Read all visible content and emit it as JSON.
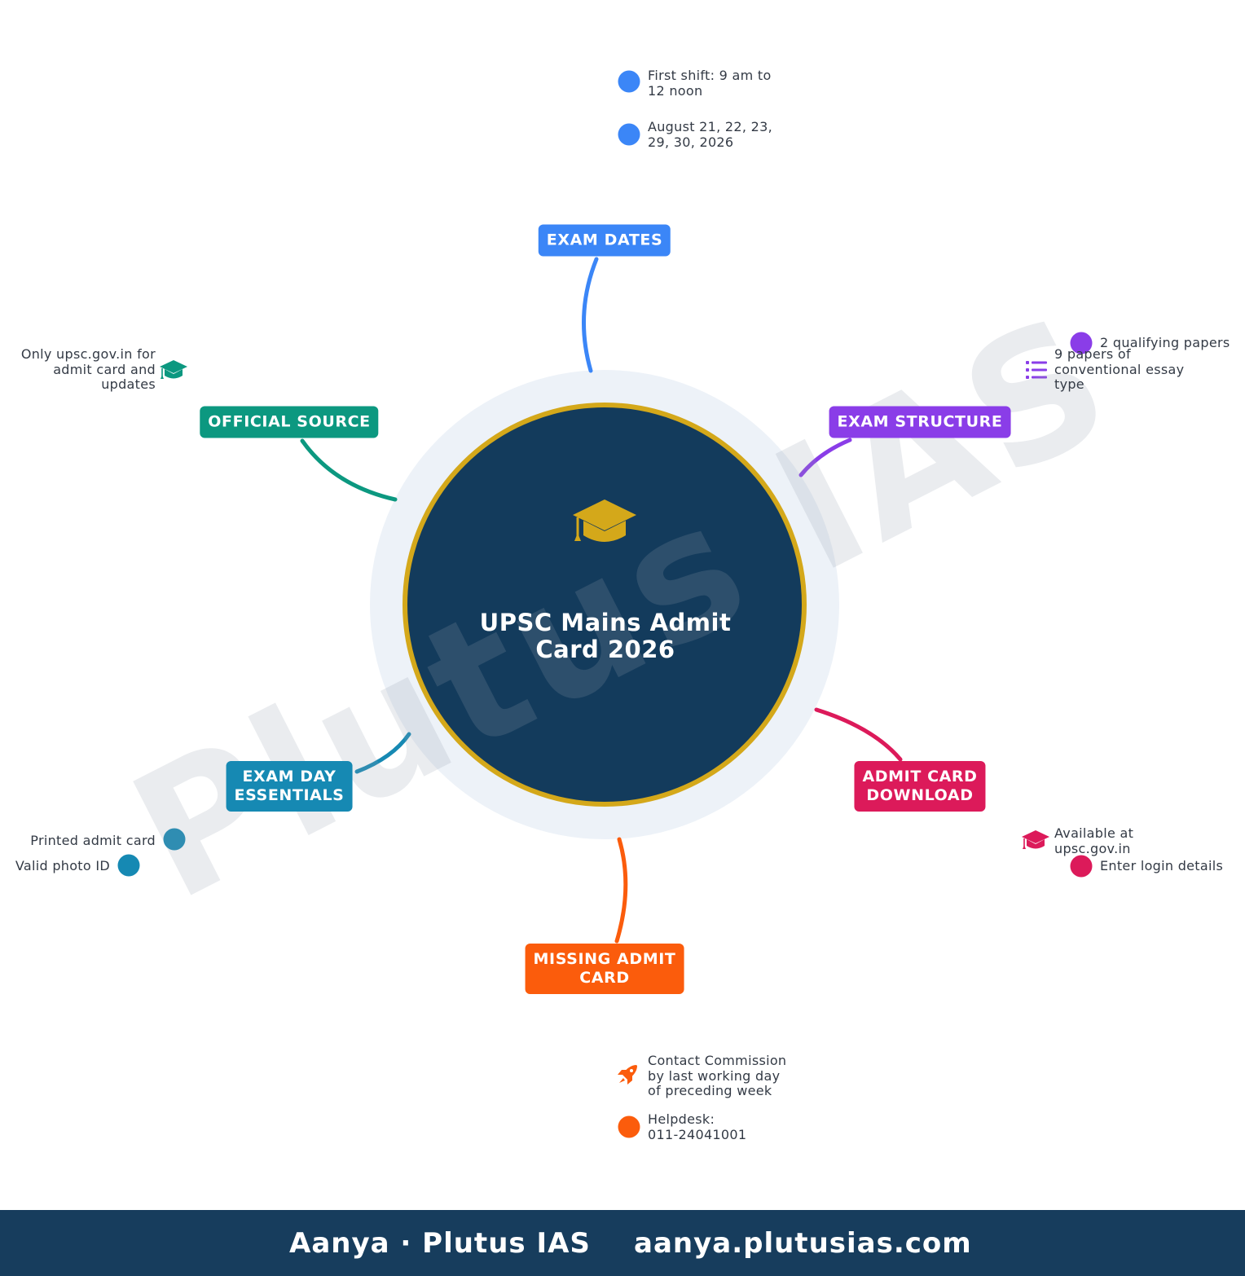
{
  "center": {
    "title": "UPSC Mains Admit Card 2026",
    "icon": "graduation-cap-icon"
  },
  "colors": {
    "navy": "#133b5c",
    "gold": "#d4a81a",
    "halo": "#edf2f8",
    "footer": "#173d5d",
    "text": "#333a45"
  },
  "watermark": "Plutus IAS",
  "branches": [
    {
      "id": "exam-dates",
      "label": "EXAM DATES",
      "color": "#3b86f7",
      "leaves": [
        {
          "text": "First shift: 9 am to\n12 noon",
          "icon": "dot"
        },
        {
          "text": "August 21, 22, 23,\n29, 30, 2026",
          "icon": "dot"
        }
      ]
    },
    {
      "id": "exam-structure",
      "label": "EXAM STRUCTURE",
      "color": "#8a3de8",
      "leaves": [
        {
          "text": "2 qualifying papers",
          "icon": "dot"
        },
        {
          "text": "9 papers of\nconventional essay\ntype",
          "icon": "list-icon"
        }
      ]
    },
    {
      "id": "admit-card-download",
      "label": "ADMIT CARD\nDOWNLOAD",
      "color": "#dc1a5a",
      "leaves": [
        {
          "text": "Available at\nupsc.gov.in",
          "icon": "graduation-cap-icon"
        },
        {
          "text": "Enter login details",
          "icon": "dot"
        }
      ]
    },
    {
      "id": "missing-admit-card",
      "label": "MISSING ADMIT\nCARD",
      "color": "#fb5c0c",
      "leaves": [
        {
          "text": "Contact Commission\nby last working day\nof preceding week",
          "icon": "rocket-icon"
        },
        {
          "text": "Helpdesk:\n011-24041001",
          "icon": "dot"
        }
      ]
    },
    {
      "id": "exam-day-essentials",
      "label": "EXAM DAY\nESSENTIALS",
      "color": "#1689b3",
      "leaves": [
        {
          "text": "Printed admit card",
          "icon": "dot"
        },
        {
          "text": "Valid photo ID",
          "icon": "dot"
        }
      ]
    },
    {
      "id": "official-source",
      "label": "OFFICIAL SOURCE",
      "color": "#0c9880",
      "leaves": [
        {
          "text": "Only upsc.gov.in for\nadmit card and\nupdates",
          "icon": "graduation-cap-icon"
        }
      ]
    }
  ],
  "footer": {
    "author": "Aanya · Plutus IAS",
    "website": "aanya.plutusias.com"
  }
}
